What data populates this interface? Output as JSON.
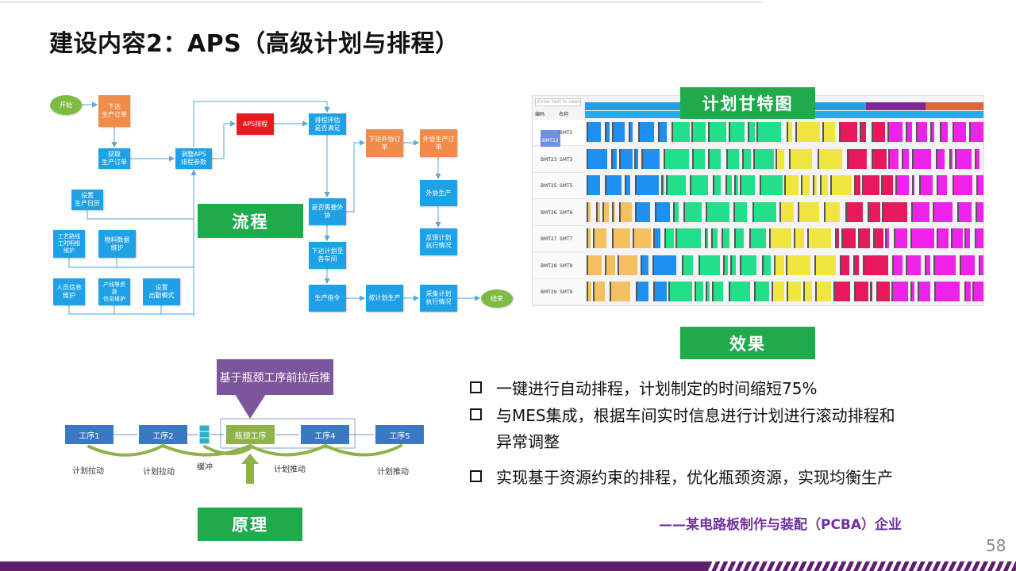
{
  "title": "建设内容2：APS（高级计划与排程）",
  "flow": {
    "label": "流程",
    "nodes": {
      "start": "开始",
      "issue_order": "下达\n生产订单",
      "get_order": "获取\n生产订单",
      "adjust": "调整APS\n排程参数",
      "aps": "APS排程",
      "calendar": "设置\n生产日历",
      "routing": "工艺路线\n工时明细\n维护",
      "material": "物料数据\n维护",
      "staff": "人员信息\n维护",
      "line": "产线等资\n源\n信息维护",
      "attendance": "设置\n出勤模式",
      "evaluate": "排程评估\n是否满足",
      "outsource_q": "是否需要外\n协",
      "issue_out": "下达外协订\n单",
      "out_order": "外协生产订\n单",
      "out_prod": "外协生产",
      "feedback": "反馈计划\n执行情况",
      "dispatch": "下达计划至\n各车间",
      "instruction": "生产指令",
      "produce": "按计划生产",
      "collect": "采集计划\n执行情况",
      "end": "结束"
    }
  },
  "principle": {
    "label": "原理",
    "callout": "基于瓶颈工序前拉后推",
    "steps": [
      "工序1",
      "工序2",
      "瓶颈工序",
      "工序4",
      "工序5"
    ],
    "labels": [
      "计划拉动",
      "计划拉动",
      "缓冲",
      "计划推动",
      "计划推动"
    ]
  },
  "gantt": {
    "label": "计划甘特图",
    "search_placeholder": "Enter text to search...",
    "col_code": "编码",
    "col_name": "名称",
    "rows": [
      [
        "BMT22",
        "SMT2"
      ],
      [
        "BMT23",
        "SMT3"
      ],
      [
        "BMT25",
        "SMT5"
      ],
      [
        "BMT26",
        "SMT6"
      ],
      [
        "BMT27",
        "SMT7"
      ],
      [
        "BMT28",
        "SMT8"
      ],
      [
        "BMT29",
        "SMT9"
      ]
    ]
  },
  "effect": {
    "label": "效果",
    "bullets": [
      "一键进行自动排程，计划制定的时间缩短75%",
      "与MES集成，根据车间实时信息进行计划进行滚动排程和",
      "异常调整",
      "实现基于资源约束的排程，优化瓶颈资源，实现均衡生产"
    ]
  },
  "attribution": "——某电路板制作与装配（PCBA）企业",
  "page_number": "58",
  "colors": {
    "accent_green": "#1faa4b",
    "flow_blue": "#1ea1e6",
    "purple": "#5e1f6e"
  }
}
